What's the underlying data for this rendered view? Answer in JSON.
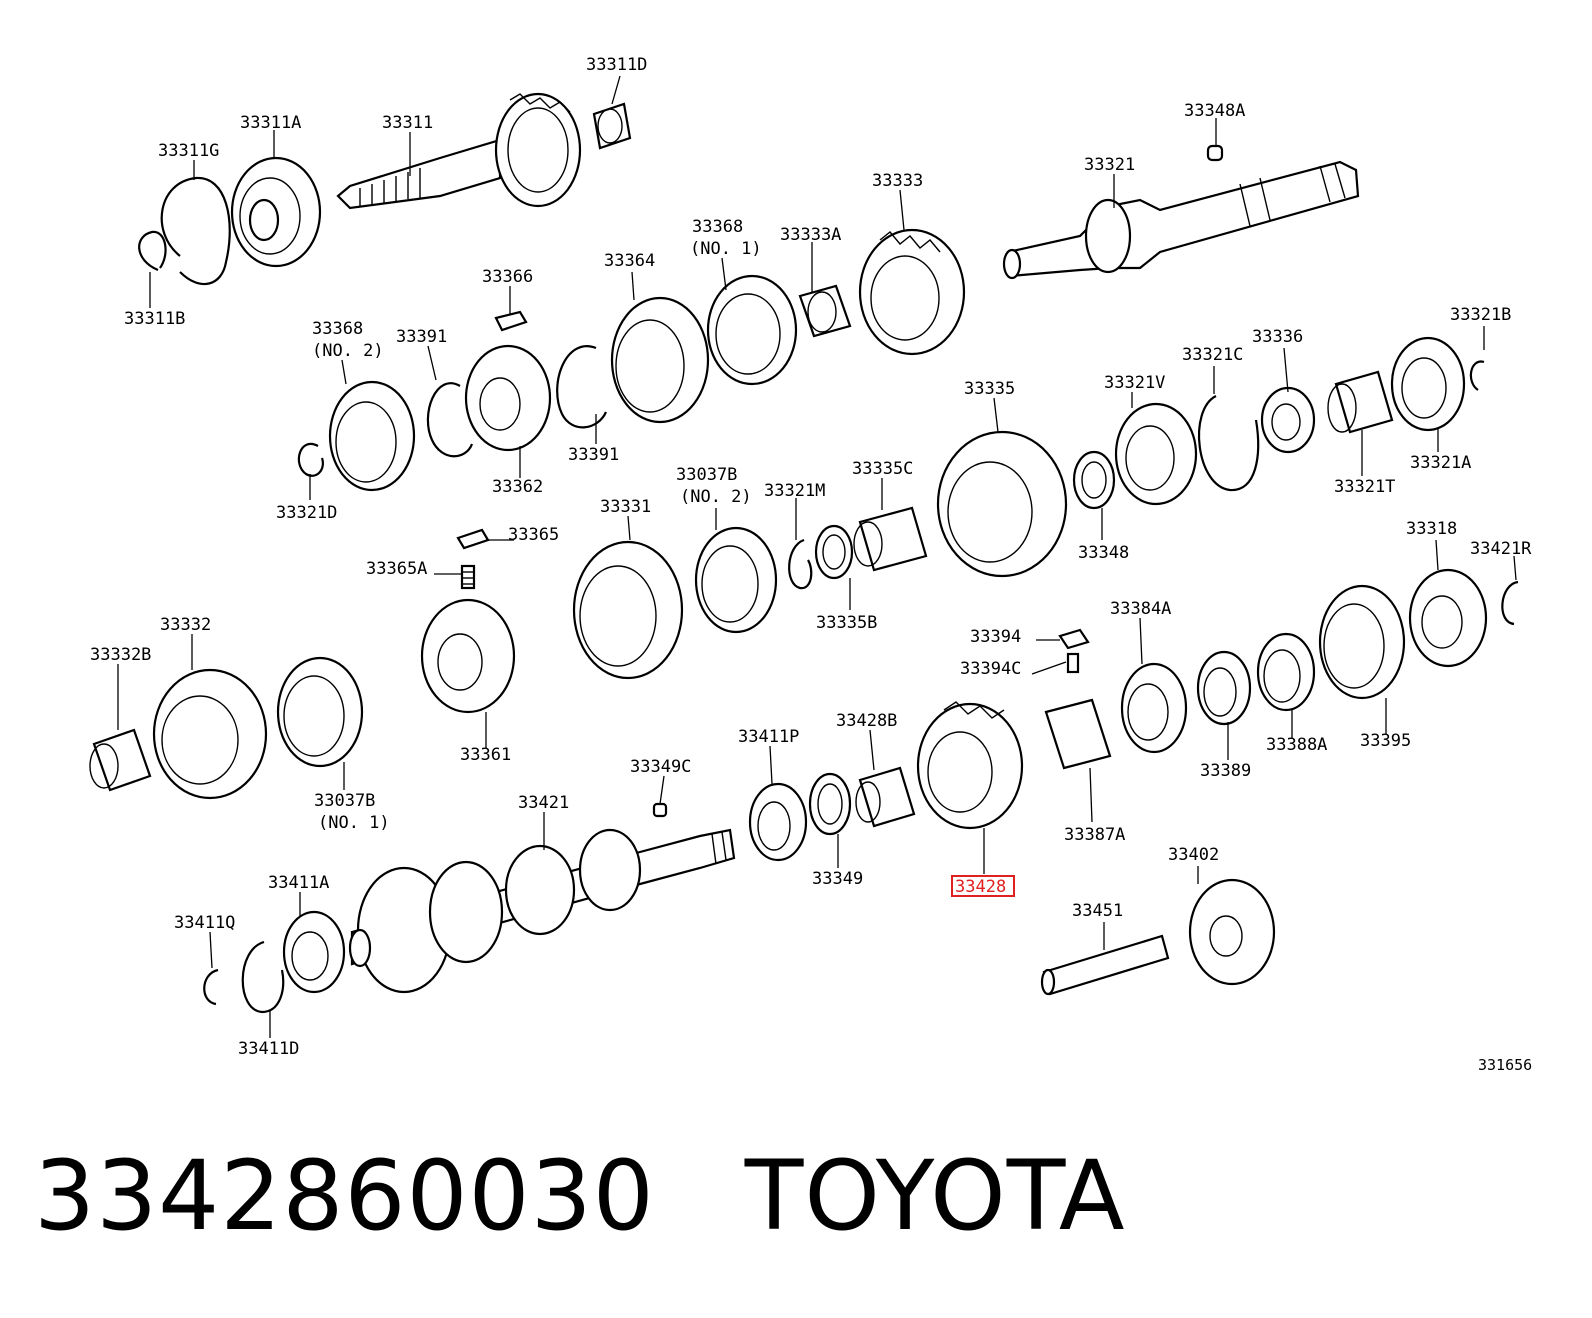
{
  "diagram": {
    "labels": {
      "p33311D": "33311D",
      "p33311A": "33311A",
      "p33311": "33311",
      "p33311G": "33311G",
      "p33311B": "33311B",
      "p33348A": "33348A",
      "p33321": "33321",
      "p33333": "33333",
      "p33368no1": "33368",
      "no1a": "(NO. 1)",
      "p33333A": "33333A",
      "p33364": "33364",
      "p33366": "33366",
      "p33368no2": "33368",
      "no2a": "(NO. 2)",
      "p33391a": "33391",
      "p33391b": "33391",
      "p33362": "33362",
      "p33321D": "33321D",
      "p33321B": "33321B",
      "p33336": "33336",
      "p33321C": "33321C",
      "p33321V": "33321V",
      "p33335": "33335",
      "p33321A": "33321A",
      "p33321T": "33321T",
      "p33348": "33348",
      "p33037Bno2": "33037B",
      "no2b": "(NO. 2)",
      "p33321M": "33321M",
      "p33335C": "33335C",
      "p33331": "33331",
      "p33365": "33365",
      "p33365A": "33365A",
      "p33335B": "33335B",
      "p33318": "33318",
      "p33421R": "33421R",
      "p33384A": "33384A",
      "p33394": "33394",
      "p33394C": "33394C",
      "p33332": "33332",
      "p33332B": "33332B",
      "p33361": "33361",
      "p33037Bno1": "33037B",
      "no1b": "(NO. 1)",
      "p33428B": "33428B",
      "p33411P": "33411P",
      "p33349C": "33349C",
      "p33388A": "33388A",
      "p33395": "33395",
      "p33389": "33389",
      "p33387A": "33387A",
      "p33421": "33421",
      "p33349": "33349",
      "p33428": "33428",
      "p33402": "33402",
      "p33451": "33451",
      "p33411A": "33411A",
      "p33411Q": "33411Q",
      "p33411D": "33411D",
      "ref": "331656"
    },
    "highlight_color": "#e02020"
  },
  "footer": {
    "part_number": "3342860030",
    "brand": "TOYOTA"
  }
}
